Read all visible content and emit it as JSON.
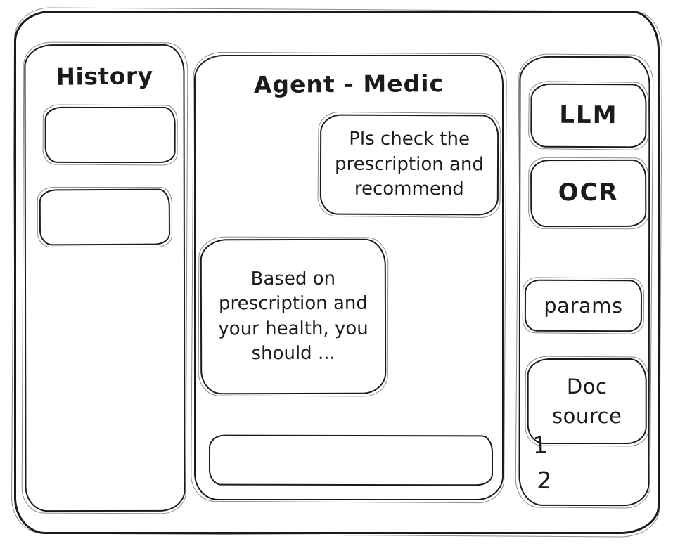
{
  "colors": {
    "stroke": "#1b1b1b",
    "background": "#ffffff"
  },
  "history_panel": {
    "title": "History",
    "items": [
      {
        "label": ""
      },
      {
        "label": ""
      }
    ]
  },
  "chat_panel": {
    "title": "Agent - Medic",
    "messages": [
      {
        "role": "user",
        "text": "Pls check the prescription and recommend"
      },
      {
        "role": "assistant",
        "text": "Based on prescription and your health, you should ..."
      }
    ],
    "input": {
      "value": "",
      "placeholder": ""
    }
  },
  "tools_panel": {
    "buttons": [
      {
        "label": "LLM"
      },
      {
        "label": "OCR"
      },
      {
        "label": "params"
      },
      {
        "label": "Doc source"
      }
    ],
    "doc_source_numbers": [
      "1",
      "2"
    ]
  }
}
